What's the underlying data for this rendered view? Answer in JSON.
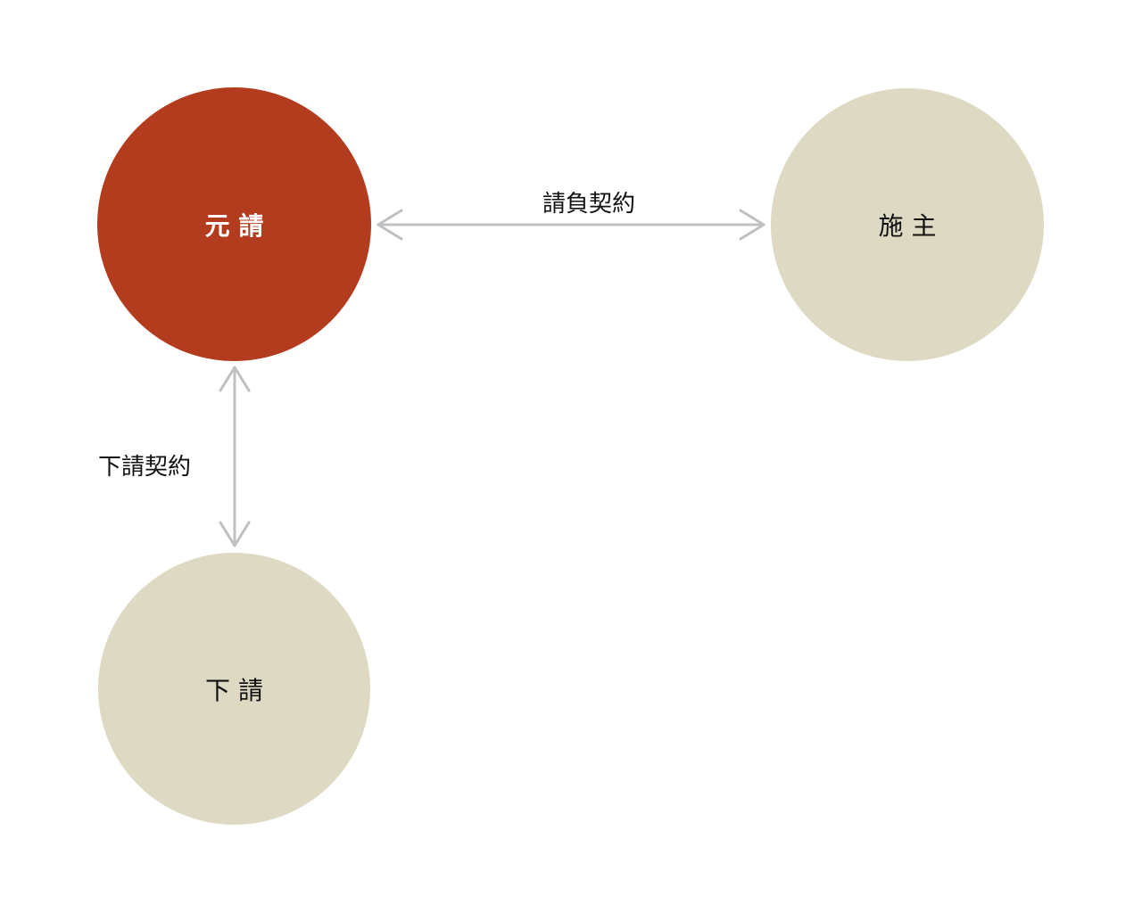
{
  "nodes": {
    "motouke": {
      "label": "元 請"
    },
    "seshu": {
      "label": "施 主"
    },
    "shitauke": {
      "label": "下 請"
    }
  },
  "edges": {
    "ukeoi": {
      "label": "請負契約"
    },
    "shitauke": {
      "label": "下請契約"
    }
  },
  "colors": {
    "primary_node": "#b33b1e",
    "secondary_node": "#ddd9c3",
    "arrow": "#c0c0c0"
  }
}
